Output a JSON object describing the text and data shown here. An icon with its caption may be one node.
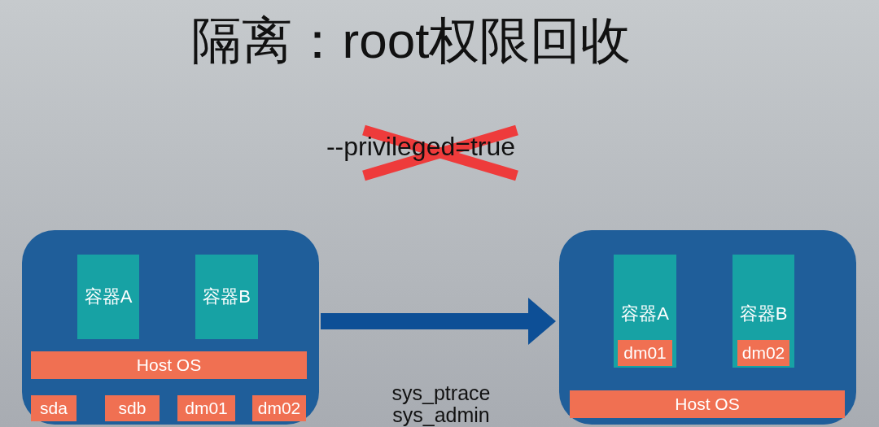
{
  "diagram": {
    "title": "隔离：root权限回收",
    "nodes": [
      {
        "text": [],
        "shape": "box"
      },
      {
        "text": [
          "容器A"
        ],
        "in": 0
      },
      {
        "text": [
          "容器B"
        ],
        "in": 0
      },
      {
        "text": [
          "Host OS"
        ],
        "in": 0
      },
      {
        "text": [
          "sda"
        ],
        "in": 0
      },
      {
        "text": [
          "sdb"
        ],
        "in": 0
      },
      {
        "text": [
          "dm01"
        ],
        "in": 0
      },
      {
        "text": [
          "dm02"
        ],
        "in": 0
      },
      {
        "text": [],
        "shape": "box"
      },
      {
        "text": [
          "容器A"
        ],
        "in": 8
      },
      {
        "text": [
          "dm01"
        ],
        "in": 9
      },
      {
        "text": [
          "容器B"
        ],
        "in": 8
      },
      {
        "text": [
          "dm02"
        ],
        "in": 11
      },
      {
        "text": [
          "Host OS"
        ],
        "in": 8
      }
    ],
    "edges": [
      {
        "from": 0,
        "to": 8,
        "arrow": "to"
      }
    ],
    "labels": [
      "--privileged=true",
      "sys_ptrace",
      "sys_admin"
    ]
  }
}
